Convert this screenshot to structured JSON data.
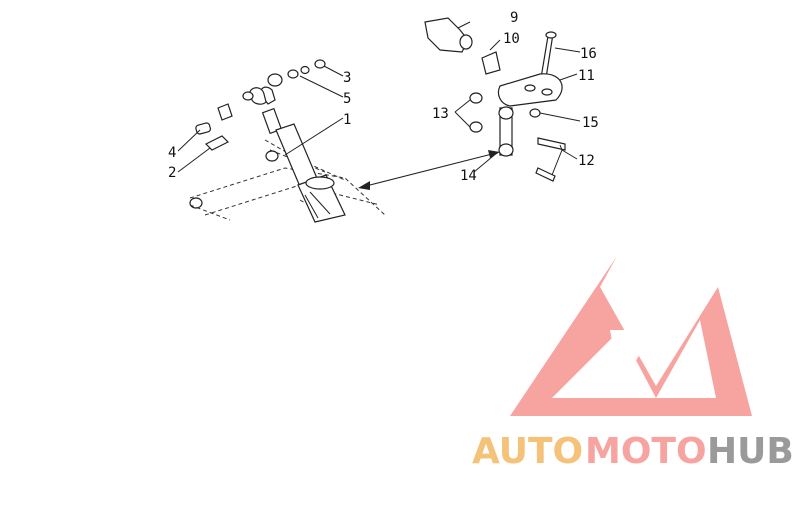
{
  "callouts": [
    "1",
    "2",
    "3",
    "4",
    "5",
    "9",
    "10",
    "11",
    "12",
    "13",
    "14",
    "15",
    "16"
  ],
  "watermark": {
    "word_a": "AUTO",
    "word_b": "MOTO",
    "word_c": "HUB",
    "color_a": "#f5c27a",
    "color_b": "#f7a3a0",
    "color_c": "#9a9a9a",
    "logo_color": "#f7a3a0"
  }
}
